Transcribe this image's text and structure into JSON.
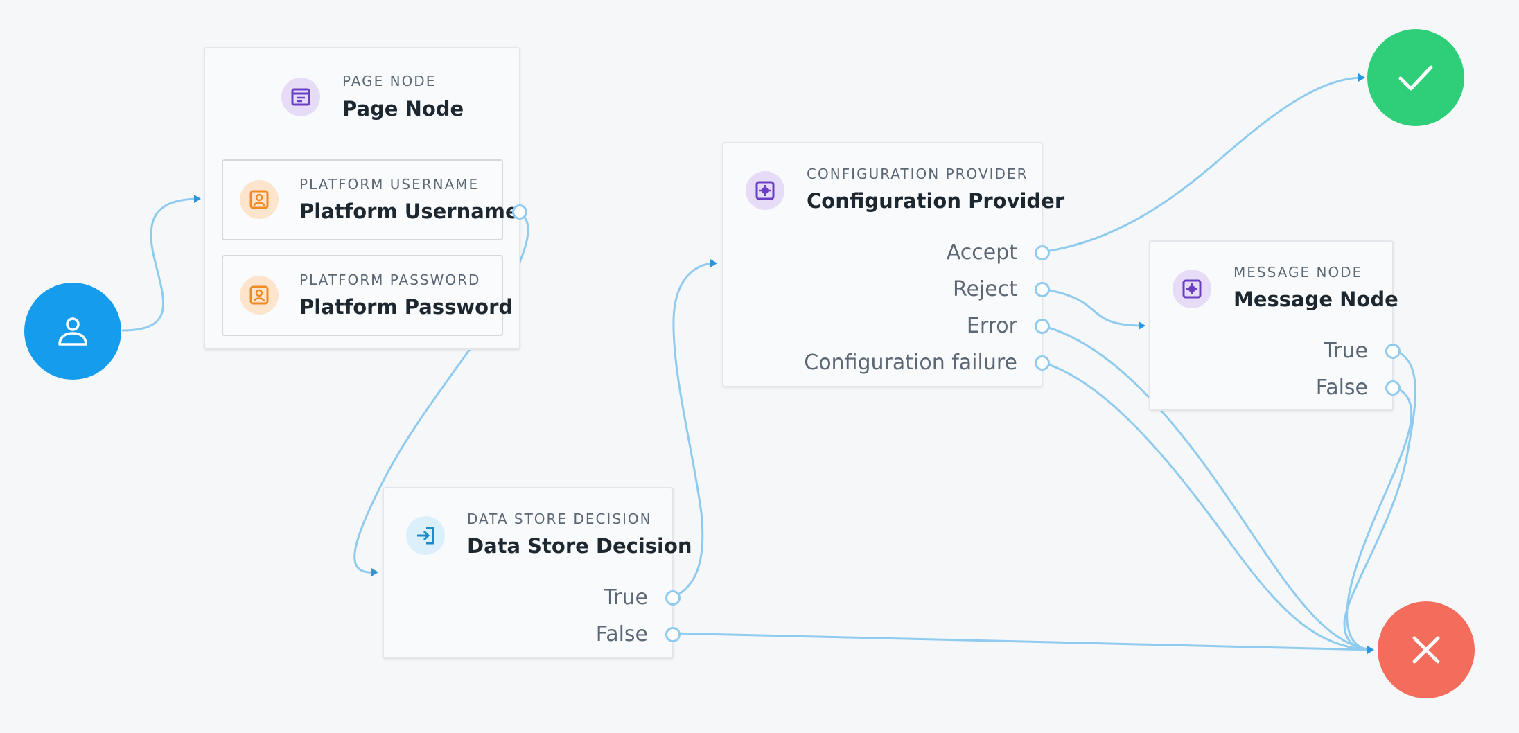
{
  "canvas": {
    "background": "#f6f7f9"
  },
  "start_node": {
    "icon": "user-icon",
    "color": "#159ced"
  },
  "success_node": {
    "icon": "checkmark-icon",
    "color": "#2ecf78"
  },
  "failure_node": {
    "icon": "x-icon",
    "color": "#f36c5c"
  },
  "page_node": {
    "kind": "PAGE NODE",
    "title": "Page Node",
    "icon": "page-icon",
    "children": [
      {
        "kind": "PLATFORM USERNAME",
        "title": "Platform Username",
        "icon": "user-card-icon"
      },
      {
        "kind": "PLATFORM PASSWORD",
        "title": "Platform Password",
        "icon": "user-card-icon"
      }
    ]
  },
  "data_store_node": {
    "kind": "DATA STORE DECISION",
    "title": "Data Store Decision",
    "icon": "login-arrow-icon",
    "outcomes": [
      "True",
      "False"
    ]
  },
  "config_provider_node": {
    "kind": "CONFIGURATION PROVIDER",
    "title": "Configuration Provider",
    "icon": "gear-icon",
    "outcomes": [
      "Accept",
      "Reject",
      "Error",
      "Configuration failure"
    ]
  },
  "message_node": {
    "kind": "MESSAGE NODE",
    "title": "Message Node",
    "icon": "gear-icon",
    "outcomes": [
      "True",
      "False"
    ]
  },
  "colors": {
    "wire": "#8fcbef",
    "arrow": "#2b95e0",
    "icon_purple": "#6b3fc4",
    "icon_orange": "#f08a24",
    "icon_blue": "#1d8ac9"
  }
}
